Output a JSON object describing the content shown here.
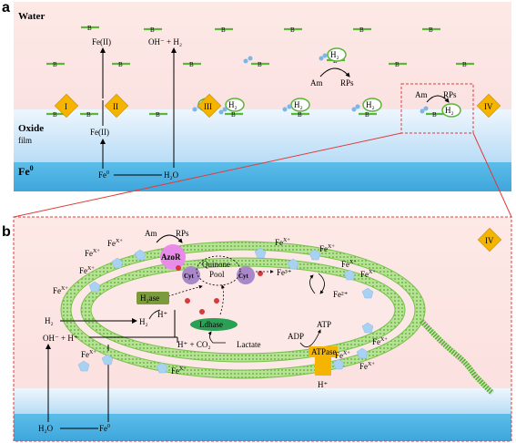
{
  "panel_a": {
    "letter": "a",
    "water_label": "Water",
    "oxide_label": "Oxide",
    "film_label": "film",
    "fe0_label": "Fe",
    "fe0_sup": "0",
    "fe2_water": "Fe(II)",
    "fe2_oxide": "Fe(II)",
    "oh_h2": "OH⁻ + H₂",
    "fe0_bottom": "Fe",
    "fe0_bottom_sup": "0",
    "h2o_bottom": "H₂O",
    "am": "Am",
    "rps": "RPs",
    "h2": "H₂",
    "bacteria_letter": "B",
    "roman": [
      "I",
      "II",
      "III",
      "IV"
    ]
  },
  "panel_b": {
    "letter": "b",
    "roman_iv": "IV",
    "am": "Am",
    "rps": "RPs",
    "azor": "AzoR",
    "cyt": "Cyt",
    "quinone": "Quinone",
    "pool": "Pool",
    "hase": "H₂ase",
    "h_plus": "H⁺",
    "h2": "H₂",
    "ldhase": "Ldhase",
    "h_o2": "H⁺ + CO₂",
    "lactate": "Lactate",
    "oh_h": "OH⁻ + H⁺",
    "adp": "ADP",
    "atp": "ATP",
    "atpase": "ATPase",
    "h_plus_bottom": "H⁺",
    "fe3": "Fe³⁺",
    "fe2": "Fe²⁺",
    "fex": "Fe",
    "fex_sup": "X+",
    "h2o_bottom": "H₂O",
    "fe0_bottom": "Fe",
    "fe0_sup": "0"
  },
  "colors": {
    "water": "#fbe6e4",
    "oxide_gradient_top": "#e8f2fb",
    "oxide_gradient_bottom": "#b9dcf5",
    "fe_layer": "#57b9e8",
    "membrane": "#8fce6a",
    "azor": "#e98be8",
    "cyt": "#a888c8",
    "hase": "#7a9a3c",
    "ldhase": "#2aa055",
    "atpase": "#f5b400",
    "diamond": "#f5b400",
    "electron": "#d9363e",
    "fe_particle": "#a9d2f2",
    "dash_red": "#e03c3c"
  }
}
